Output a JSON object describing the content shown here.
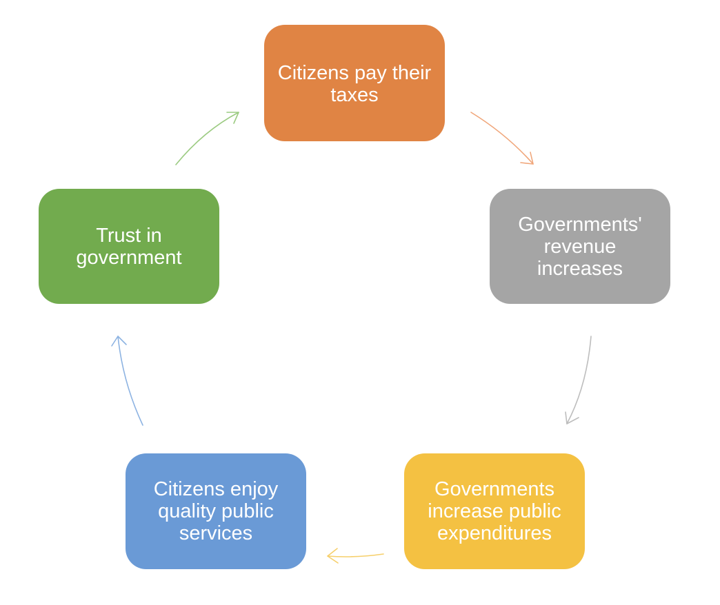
{
  "diagram": {
    "nodes": [
      {
        "id": "citizens-pay-taxes",
        "label": "Citizens pay their\ntaxes",
        "color": "#E08444"
      },
      {
        "id": "revenue-increases",
        "label": "Governments'\nrevenue\nincreases",
        "color": "#A5A5A5"
      },
      {
        "id": "increase-expenditures",
        "label": "Governments\nincrease public\nexpenditures",
        "color": "#F4C142"
      },
      {
        "id": "quality-services",
        "label": "Citizens enjoy\nquality public\nservices",
        "color": "#6A9AD6"
      },
      {
        "id": "trust-government",
        "label": "Trust in\ngovernment",
        "color": "#72AB4E"
      }
    ],
    "edges": [
      {
        "from": "citizens-pay-taxes",
        "to": "revenue-increases",
        "color": "#F0A67A"
      },
      {
        "from": "revenue-increases",
        "to": "increase-expenditures",
        "color": "#BDBDBD"
      },
      {
        "from": "increase-expenditures",
        "to": "quality-services",
        "color": "#F6CF6A"
      },
      {
        "from": "quality-services",
        "to": "trust-government",
        "color": "#8DB3E2"
      },
      {
        "from": "trust-government",
        "to": "citizens-pay-taxes",
        "color": "#9CCB82"
      }
    ]
  }
}
